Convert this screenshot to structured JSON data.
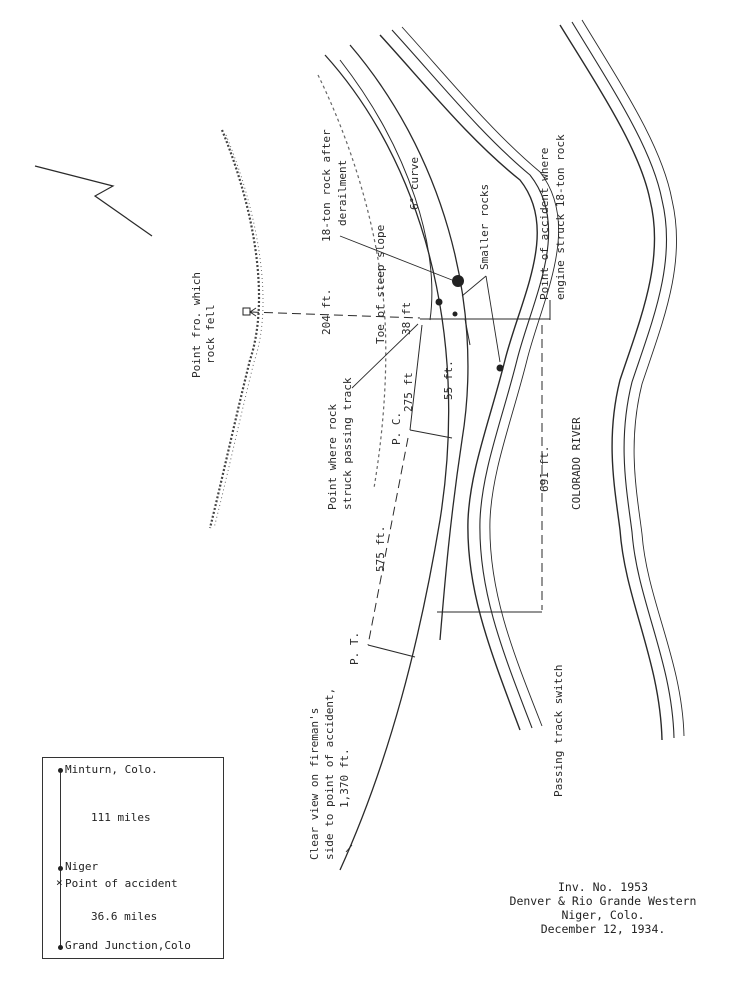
{
  "labels": {
    "rock_fell_1": "Point fro. which",
    "rock_fell_2": "rock fell",
    "dist_204": "204 ft.",
    "dist_38": "38 ft",
    "dist_275": "275 ft",
    "dist_55": "55 ft.",
    "dist_575": "575 ft.",
    "dist_691": "691 ft.",
    "curve": "6° curve",
    "rock_after_1": "18-ton rock after",
    "rock_after_2": "derailment",
    "toe_slope": "Toe of steep slope",
    "smaller_rocks": "Smaller rocks",
    "accident_pt_1": "Point of accident where",
    "accident_pt_2": "engine struck 18-ton rock",
    "rock_struck_1": "Point where rock",
    "rock_struck_2": "struck passing track",
    "pc": "P. C.",
    "pt": "P. T.",
    "river": "COLORADO RIVER",
    "clear_view_1": "Clear view on fireman's",
    "clear_view_2": "side to point of accident,",
    "clear_view_3": "1,370 ft.",
    "switch": "Passing track switch"
  },
  "legend": {
    "minturn": "Minturn, Colo.",
    "miles_111": "111 miles",
    "niger": "Niger",
    "accident": "Point of accident",
    "miles_366": "36.6 miles",
    "grand_junction": "Grand Junction,Colo"
  },
  "title": {
    "line1": "Inv. No. 1953",
    "line2": "Denver & Rio Grande Western",
    "line3": "Niger, Colo.",
    "line4": "December 12, 1934."
  }
}
